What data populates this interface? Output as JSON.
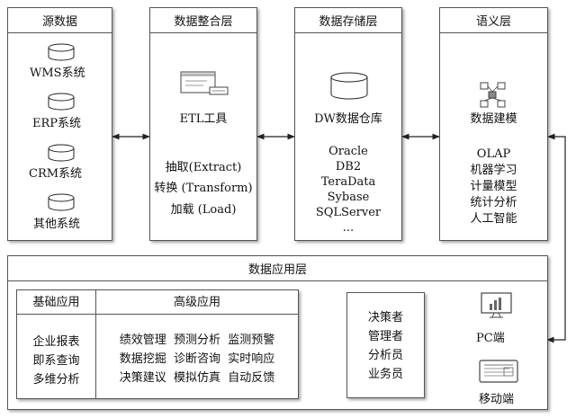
{
  "source_layer": {
    "title": "源数据",
    "items": [
      "WMS系统",
      "ERP系统",
      "CRM系统",
      "其他系统"
    ]
  },
  "integration_layer": {
    "title": "数据整合层",
    "tool": "ETL工具",
    "steps": [
      "抽取(Extract)",
      "转换 (Transform)",
      "加载 (Load)"
    ]
  },
  "storage_layer": {
    "title": "数据存储层",
    "warehouse": "DW数据仓库",
    "databases": [
      "Oracle",
      "DB2",
      "TeraData",
      "Sybase",
      "SQLServer",
      "..."
    ]
  },
  "semantic_layer": {
    "title": "语义层",
    "modeling": "数据建模",
    "methods": [
      "OLAP",
      "机器学习",
      "计量模型",
      "统计分析",
      "人工智能"
    ]
  },
  "application_layer": {
    "title": "数据应用层",
    "basic": {
      "title": "基础应用",
      "items": [
        "企业报表",
        "即系查询",
        "多维分析"
      ]
    },
    "advanced": {
      "title": "高级应用",
      "rows": [
        "绩效管理  预测分析  监测预警",
        "数据挖掘  诊断咨询  实时响应",
        "决策建议  模拟仿真  自动反馈"
      ]
    },
    "users": [
      "决策者",
      "管理者",
      "分析员",
      "业务员"
    ],
    "devices": {
      "pc": "PC端",
      "mobile": "移动端"
    }
  }
}
